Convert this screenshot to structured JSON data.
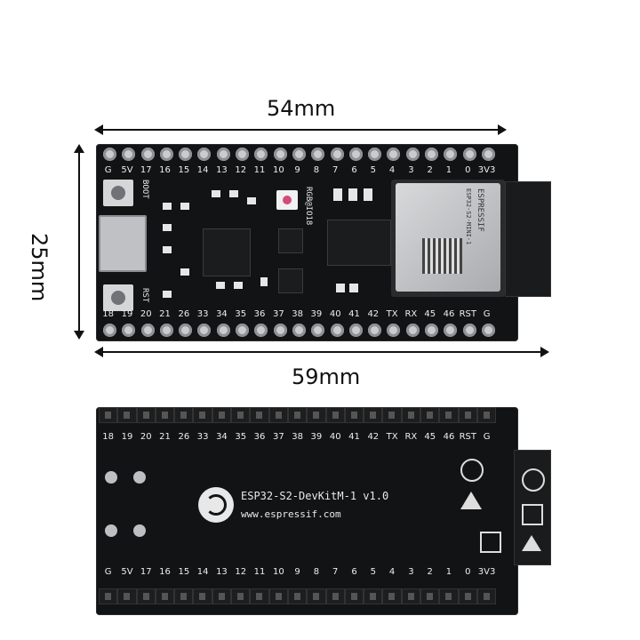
{
  "dimensions": {
    "top_width": "54mm",
    "height": "25mm",
    "bottom_width": "59mm"
  },
  "front": {
    "top_pins": [
      "G",
      "5V",
      "17",
      "16",
      "15",
      "14",
      "13",
      "12",
      "11",
      "10",
      "9",
      "8",
      "7",
      "6",
      "5",
      "4",
      "3",
      "2",
      "1",
      "0",
      "3V3"
    ],
    "bottom_pins": [
      "18",
      "19",
      "20",
      "21",
      "26",
      "33",
      "34",
      "35",
      "36",
      "37",
      "38",
      "39",
      "40",
      "41",
      "42",
      "TX",
      "RX",
      "45",
      "46",
      "RST",
      "G"
    ],
    "boot_label": "BOOT",
    "rst_label": "RST",
    "rgb_label": "RGB@IO18",
    "module_brand": "ESPRESSIF",
    "module_model": "ESP32-S2-MINI-1"
  },
  "back": {
    "top_pins": [
      "18",
      "19",
      "20",
      "21",
      "26",
      "33",
      "34",
      "35",
      "36",
      "37",
      "38",
      "39",
      "40",
      "41",
      "42",
      "TX",
      "RX",
      "45",
      "46",
      "RST",
      "G"
    ],
    "bottom_pins": [
      "G",
      "5V",
      "17",
      "16",
      "15",
      "14",
      "13",
      "12",
      "11",
      "10",
      "9",
      "8",
      "7",
      "6",
      "5",
      "4",
      "3",
      "2",
      "1",
      "0",
      "3V3"
    ],
    "board_name": "ESP32-S2-DevKitM-1 v1.0",
    "website": "www.espressif.com"
  },
  "colors": {
    "pcb": "#121314",
    "silkscreen": "#eeeeee",
    "pins": "#c9cbcd"
  }
}
